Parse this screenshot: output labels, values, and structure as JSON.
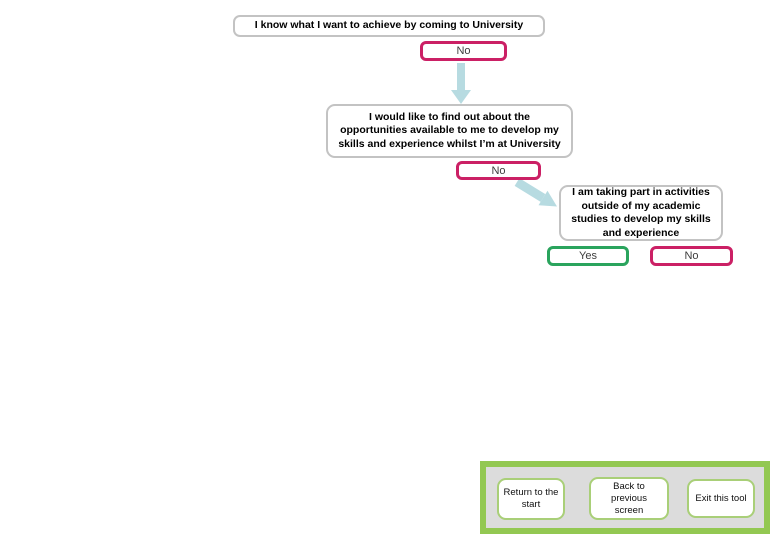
{
  "flowchart": {
    "node1": {
      "lines": [
        "I know what I want to achieve by coming to University"
      ]
    },
    "node1_answer_no": "No",
    "node2": {
      "lines": [
        "I would like to find out about the",
        "opportunities available to me to develop my",
        "skills and experience whilst I’m at University"
      ]
    },
    "node2_answer_no": "No",
    "node3": {
      "lines": [
        "I am taking part in activities",
        "outside of my academic",
        "studies to develop my skills",
        "and experience"
      ]
    },
    "node3_answer_yes": "Yes",
    "node3_answer_no": "No"
  },
  "nav": {
    "return_button": {
      "lines": [
        "Return to the",
        "start"
      ]
    },
    "back_button": {
      "lines": [
        "Back to",
        "previous",
        "screen"
      ]
    },
    "exit_button": {
      "lines": [
        "Exit this tool"
      ]
    }
  },
  "icons": {
    "down_arrow": "down-arrow-icon",
    "diagonal_arrow": "diagonal-down-right-arrow-icon"
  },
  "colors": {
    "answer_no_border": "#cb2065",
    "answer_yes_border": "#2aa45d",
    "node_border": "#c3c3c3",
    "arrow_blue": "#b7dbe1",
    "nav_panel_frame": "#93c852",
    "nav_panel_background": "#dcdcdc",
    "nav_button_border": "#a9cf78",
    "background": "#ffffff"
  }
}
